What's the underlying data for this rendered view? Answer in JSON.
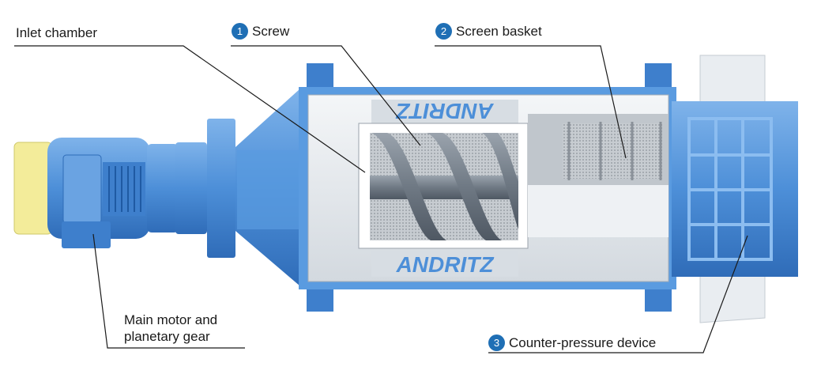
{
  "labels": {
    "inlet_chamber": "Inlet chamber",
    "screw": {
      "number": "1",
      "text": "Screw"
    },
    "screen_basket": {
      "number": "2",
      "text": "Screen basket"
    },
    "main_motor": {
      "line1": "Main motor and",
      "line2": "planetary gear"
    },
    "counter_pressure": {
      "number": "3",
      "text": "Counter-pressure device"
    }
  },
  "branding": {
    "logo_text": "ANDRITZ"
  },
  "colors": {
    "machine_blue": "#4d8fd8",
    "machine_blue_dark": "#2f6cb8",
    "badge_blue": "#1f6fb5",
    "housing_grey": "#e4e9ee",
    "screen_grey": "#b9bec4"
  }
}
